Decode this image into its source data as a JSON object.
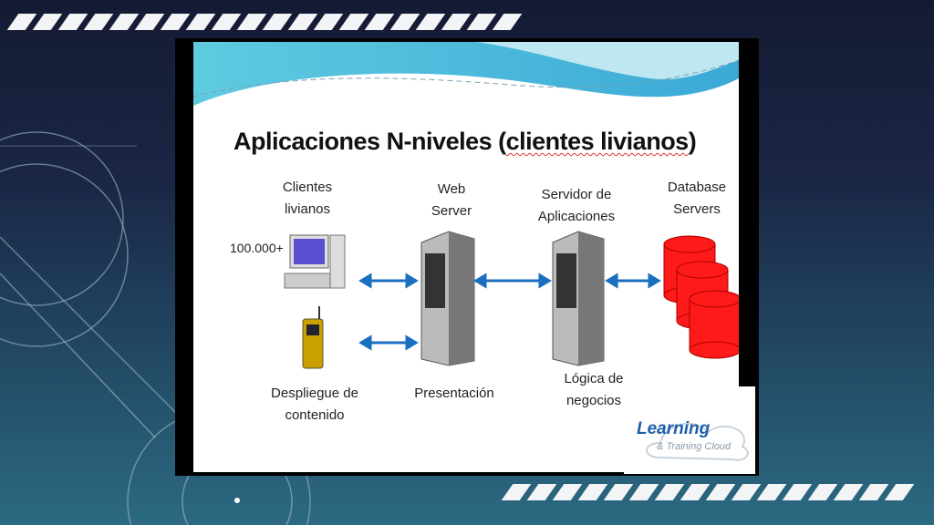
{
  "slide": {
    "title_plain": "Aplicaciones N-niveles (",
    "title_underlined": "clientes livianos",
    "title_close": ")",
    "labels": {
      "clients": [
        "Clientes",
        "livianos"
      ],
      "web_server": [
        "Web",
        "Server"
      ],
      "app_server": [
        "Servidor de",
        "Aplicaciones"
      ],
      "db_servers": [
        "Database",
        "Servers"
      ],
      "count": "100.000+",
      "content": [
        "Despliegue de",
        "contenido"
      ],
      "presentation": "Presentación",
      "logic": [
        "Lógica de",
        "negocios"
      ]
    }
  },
  "logo": {
    "line1": "Learning",
    "line2": "& Training Cloud"
  },
  "colors": {
    "arrow": "#1a6fc0",
    "db": "#ff1a1a",
    "title": "#111111"
  }
}
